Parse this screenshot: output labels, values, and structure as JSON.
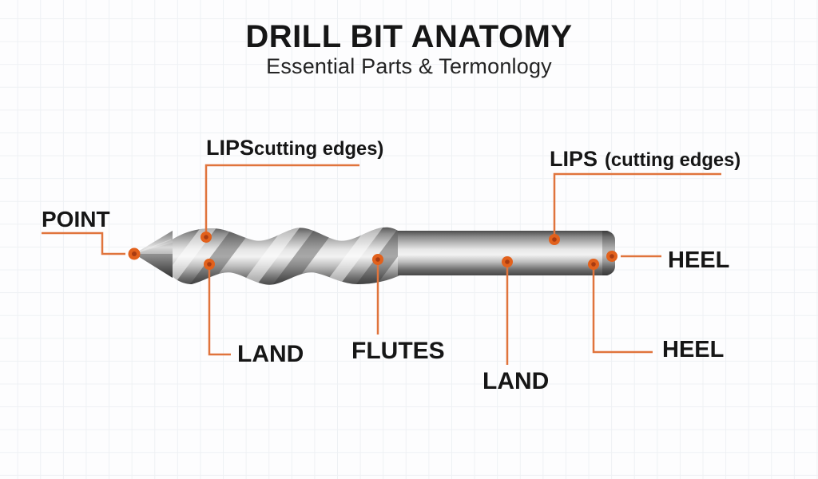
{
  "header": {
    "title": "DRILL BIT ANATOMY",
    "subtitle": "Essential Parts & Termonlogy"
  },
  "labels": {
    "point": {
      "text": "POINT"
    },
    "lips_left": {
      "name": "LIPS",
      "detail": "cutting edges)"
    },
    "lips_right": {
      "name": "LIPS",
      "detail": "(cutting edges)"
    },
    "land_left": {
      "text": "LAND"
    },
    "flutes": {
      "text": "FLUTES"
    },
    "land_bottom": {
      "text": "LAND"
    },
    "heel_top": {
      "text": "HEEL"
    },
    "heel_bottom": {
      "text": "HEEL"
    }
  },
  "colors": {
    "accent_line": "#e0743c",
    "anchor_dot": "#e2611c",
    "anchor_dot_core": "#a83c12",
    "text_color": "#161616",
    "grid_line": "#eef1f4",
    "canvas_bg": "#fdfdfe"
  }
}
